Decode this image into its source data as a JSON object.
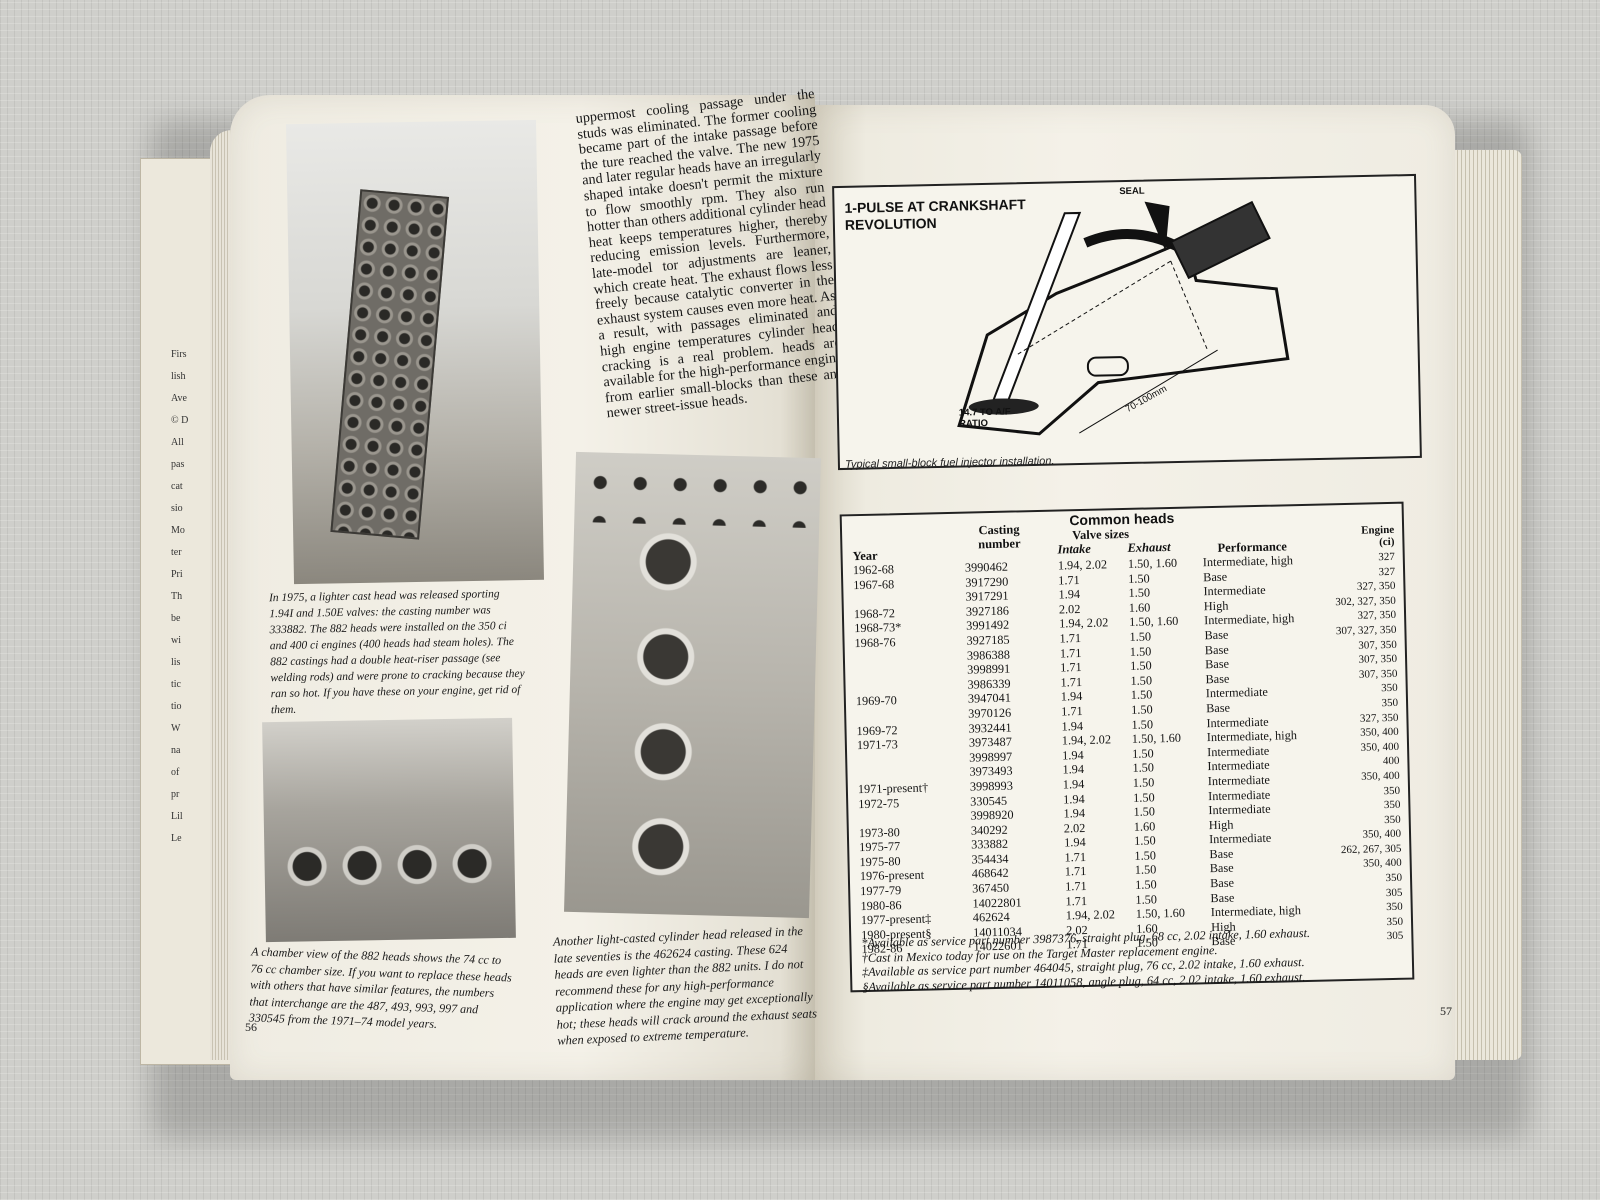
{
  "left_page": {
    "page_number": "56",
    "body_text": "uppermost cooling passage under the studs was eliminated. The former cooling became part of the intake passage before the ture reached the valve. The new 1975 and later regular heads have an irregularly shaped intake doesn't permit the mixture to flow smoothly rpm. They also run hotter than others additional cylinder head heat keeps temperatures higher, thereby reducing emission levels. Furthermore, late-model tor adjustments are leaner, which create heat. The exhaust flows less freely because catalytic converter in the exhaust system causes even more heat. As a result, with passages eliminated and high engine temperatures cylinder head cracking is a real problem. heads are available for the high-performance engine from earlier small-blocks than these and newer street-issue heads.",
    "caption_1": "In 1975, a lighter cast head was released sporting 1.94I and 1.50E valves: the casting number was 333882. The 882 heads were installed on the 350 ci and 400 ci engines (400 heads had steam holes). The 882 castings had a double heat-riser passage (see welding rods) and were prone to cracking because they ran so hot. If you have these on your engine, get rid of them.",
    "caption_2": "A chamber view of the 882 heads shows the 74 cc to 76 cc chamber size. If you want to replace these heads with others that have similar features, the numbers that interchange are the 487, 493, 993, 997 and 330545 from the 1971–74 model years.",
    "caption_3": "Another light-casted cylinder head released in the late seventies is the 462624 casting. These 624 heads are even lighter than the 882 units. I do not recommend these for any high-performance application where the engine may get exceptionally hot; these heads will crack around the exhaust seats when exposed to extreme temperature."
  },
  "back_page": {
    "fragments": [
      "Firs",
      "lish",
      "Ave",
      "© D",
      "All",
      "pas",
      "cat",
      "sio",
      "Mo",
      "ter",
      "Pri",
      "Th",
      "be",
      "wi",
      "lis",
      "tic",
      "tio",
      "W",
      "na",
      "of",
      "pr",
      "Lil",
      "Le"
    ]
  },
  "right_page": {
    "page_number": "57",
    "diagram": {
      "title": "1-PULSE AT CRANKSHAFT REVOLUTION",
      "label_seal": "SEAL",
      "label_af": "14.7 TO A/F RATIO",
      "label_dim": "70-100mm",
      "caption": "Typical small-block fuel injector installation."
    },
    "table": {
      "title": "Common heads",
      "headers": {
        "year": "Year",
        "casting": "Casting number",
        "valve_sizes": "Valve sizes",
        "intake": "Intake",
        "exhaust": "Exhaust",
        "performance": "Performance",
        "engine": "Engine (ci)"
      },
      "rows": [
        {
          "year": "1962-68",
          "casting": "3990462",
          "intake": "1.94, 2.02",
          "exhaust": "1.50, 1.60",
          "performance": "Intermediate, high",
          "engine": "327"
        },
        {
          "year": "1967-68",
          "casting": "3917290",
          "intake": "1.71",
          "exhaust": "1.50",
          "performance": "Base",
          "engine": "327"
        },
        {
          "year": "",
          "casting": "3917291",
          "intake": "1.94",
          "exhaust": "1.50",
          "performance": "Intermediate",
          "engine": "327, 350"
        },
        {
          "year": "1968-72",
          "casting": "3927186",
          "intake": "2.02",
          "exhaust": "1.60",
          "performance": "High",
          "engine": "302, 327, 350"
        },
        {
          "year": "1968-73*",
          "casting": "3991492",
          "intake": "1.94, 2.02",
          "exhaust": "1.50, 1.60",
          "performance": "Intermediate, high",
          "engine": "327, 350"
        },
        {
          "year": "1968-76",
          "casting": "3927185",
          "intake": "1.71",
          "exhaust": "1.50",
          "performance": "Base",
          "engine": "307, 327, 350"
        },
        {
          "year": "",
          "casting": "3986388",
          "intake": "1.71",
          "exhaust": "1.50",
          "performance": "Base",
          "engine": "307, 350"
        },
        {
          "year": "",
          "casting": "3998991",
          "intake": "1.71",
          "exhaust": "1.50",
          "performance": "Base",
          "engine": "307, 350"
        },
        {
          "year": "",
          "casting": "3986339",
          "intake": "1.71",
          "exhaust": "1.50",
          "performance": "Base",
          "engine": "307, 350"
        },
        {
          "year": "1969-70",
          "casting": "3947041",
          "intake": "1.94",
          "exhaust": "1.50",
          "performance": "Intermediate",
          "engine": "350"
        },
        {
          "year": "",
          "casting": "3970126",
          "intake": "1.71",
          "exhaust": "1.50",
          "performance": "Base",
          "engine": "350"
        },
        {
          "year": "1969-72",
          "casting": "3932441",
          "intake": "1.94",
          "exhaust": "1.50",
          "performance": "Intermediate",
          "engine": "327, 350"
        },
        {
          "year": "1971-73",
          "casting": "3973487",
          "intake": "1.94, 2.02",
          "exhaust": "1.50, 1.60",
          "performance": "Intermediate, high",
          "engine": "350, 400"
        },
        {
          "year": "",
          "casting": "3998997",
          "intake": "1.94",
          "exhaust": "1.50",
          "performance": "Intermediate",
          "engine": "350, 400"
        },
        {
          "year": "",
          "casting": "3973493",
          "intake": "1.94",
          "exhaust": "1.50",
          "performance": "Intermediate",
          "engine": "400"
        },
        {
          "year": "1971-present†",
          "casting": "3998993",
          "intake": "1.94",
          "exhaust": "1.50",
          "performance": "Intermediate",
          "engine": "350, 400"
        },
        {
          "year": "1972-75",
          "casting": "330545",
          "intake": "1.94",
          "exhaust": "1.50",
          "performance": "Intermediate",
          "engine": "350"
        },
        {
          "year": "",
          "casting": "3998920",
          "intake": "1.94",
          "exhaust": "1.50",
          "performance": "Intermediate",
          "engine": "350"
        },
        {
          "year": "1973-80",
          "casting": "340292",
          "intake": "2.02",
          "exhaust": "1.60",
          "performance": "High",
          "engine": "350"
        },
        {
          "year": "1975-77",
          "casting": "333882",
          "intake": "1.94",
          "exhaust": "1.50",
          "performance": "Intermediate",
          "engine": "350, 400"
        },
        {
          "year": "1975-80",
          "casting": "354434",
          "intake": "1.71",
          "exhaust": "1.50",
          "performance": "Base",
          "engine": "262, 267, 305"
        },
        {
          "year": "1976-present",
          "casting": "468642",
          "intake": "1.71",
          "exhaust": "1.50",
          "performance": "Base",
          "engine": "350, 400"
        },
        {
          "year": "1977-79",
          "casting": "367450",
          "intake": "1.71",
          "exhaust": "1.50",
          "performance": "Base",
          "engine": "350"
        },
        {
          "year": "1980-86",
          "casting": "14022801",
          "intake": "1.71",
          "exhaust": "1.50",
          "performance": "Base",
          "engine": "305"
        },
        {
          "year": "1977-present‡",
          "casting": "462624",
          "intake": "1.94, 2.02",
          "exhaust": "1.50, 1.60",
          "performance": "Intermediate, high",
          "engine": "350"
        },
        {
          "year": "1980-present§",
          "casting": "14011034",
          "intake": "2.02",
          "exhaust": "1.60",
          "performance": "High",
          "engine": "350"
        },
        {
          "year": "1982-86",
          "casting": "14022601",
          "intake": "1.71",
          "exhaust": "1.50",
          "performance": "Base",
          "engine": "305"
        }
      ],
      "notes": [
        "*Available as service part number 3987376, straight plug, 68 cc, 2.02 intake, 1.60 exhaust.",
        "†Cast in Mexico today for use on the Target Master replacement engine.",
        "‡Available as service part number 464045, straight plug, 76 cc, 2.02 intake, 1.60 exhaust.",
        "§Available as service part number 14011058, angle plug, 64 cc, 2.02 intake, 1.60 exhaust."
      ]
    }
  }
}
